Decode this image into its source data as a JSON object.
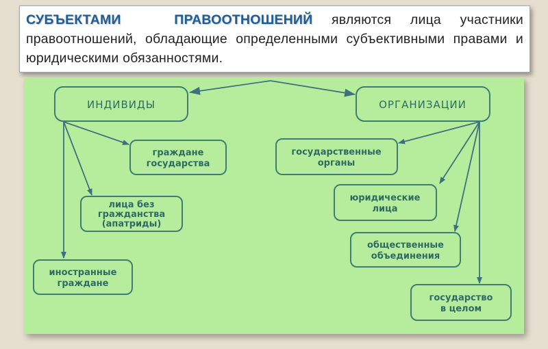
{
  "header": {
    "highlight": "СУБЪЕКТАМИ ПРАВООТНОШЕНИЙ",
    "text": " являются лица участники правоотношений, обладающие определенными субъективными правами и юридическими обязанностями."
  },
  "diagram": {
    "individuals": "ИНДИВИДЫ",
    "organizations": "ОРГАНИЗАЦИИ",
    "citizens": [
      "граждане",
      "государства"
    ],
    "stateless": [
      "лица без",
      "гражданства",
      "(апатриды)"
    ],
    "foreigners": [
      "иностранные",
      "граждане"
    ],
    "state_bodies": [
      "государственные",
      "органы"
    ],
    "legal_entities": [
      "юридические",
      "лица"
    ],
    "public_assoc": [
      "общественные",
      "объединения"
    ],
    "state": [
      "государство",
      "в целом"
    ]
  },
  "colors": {
    "panel": "#b6ed9c",
    "accent": "#1d5e98",
    "stroke": "#3f7d72"
  }
}
